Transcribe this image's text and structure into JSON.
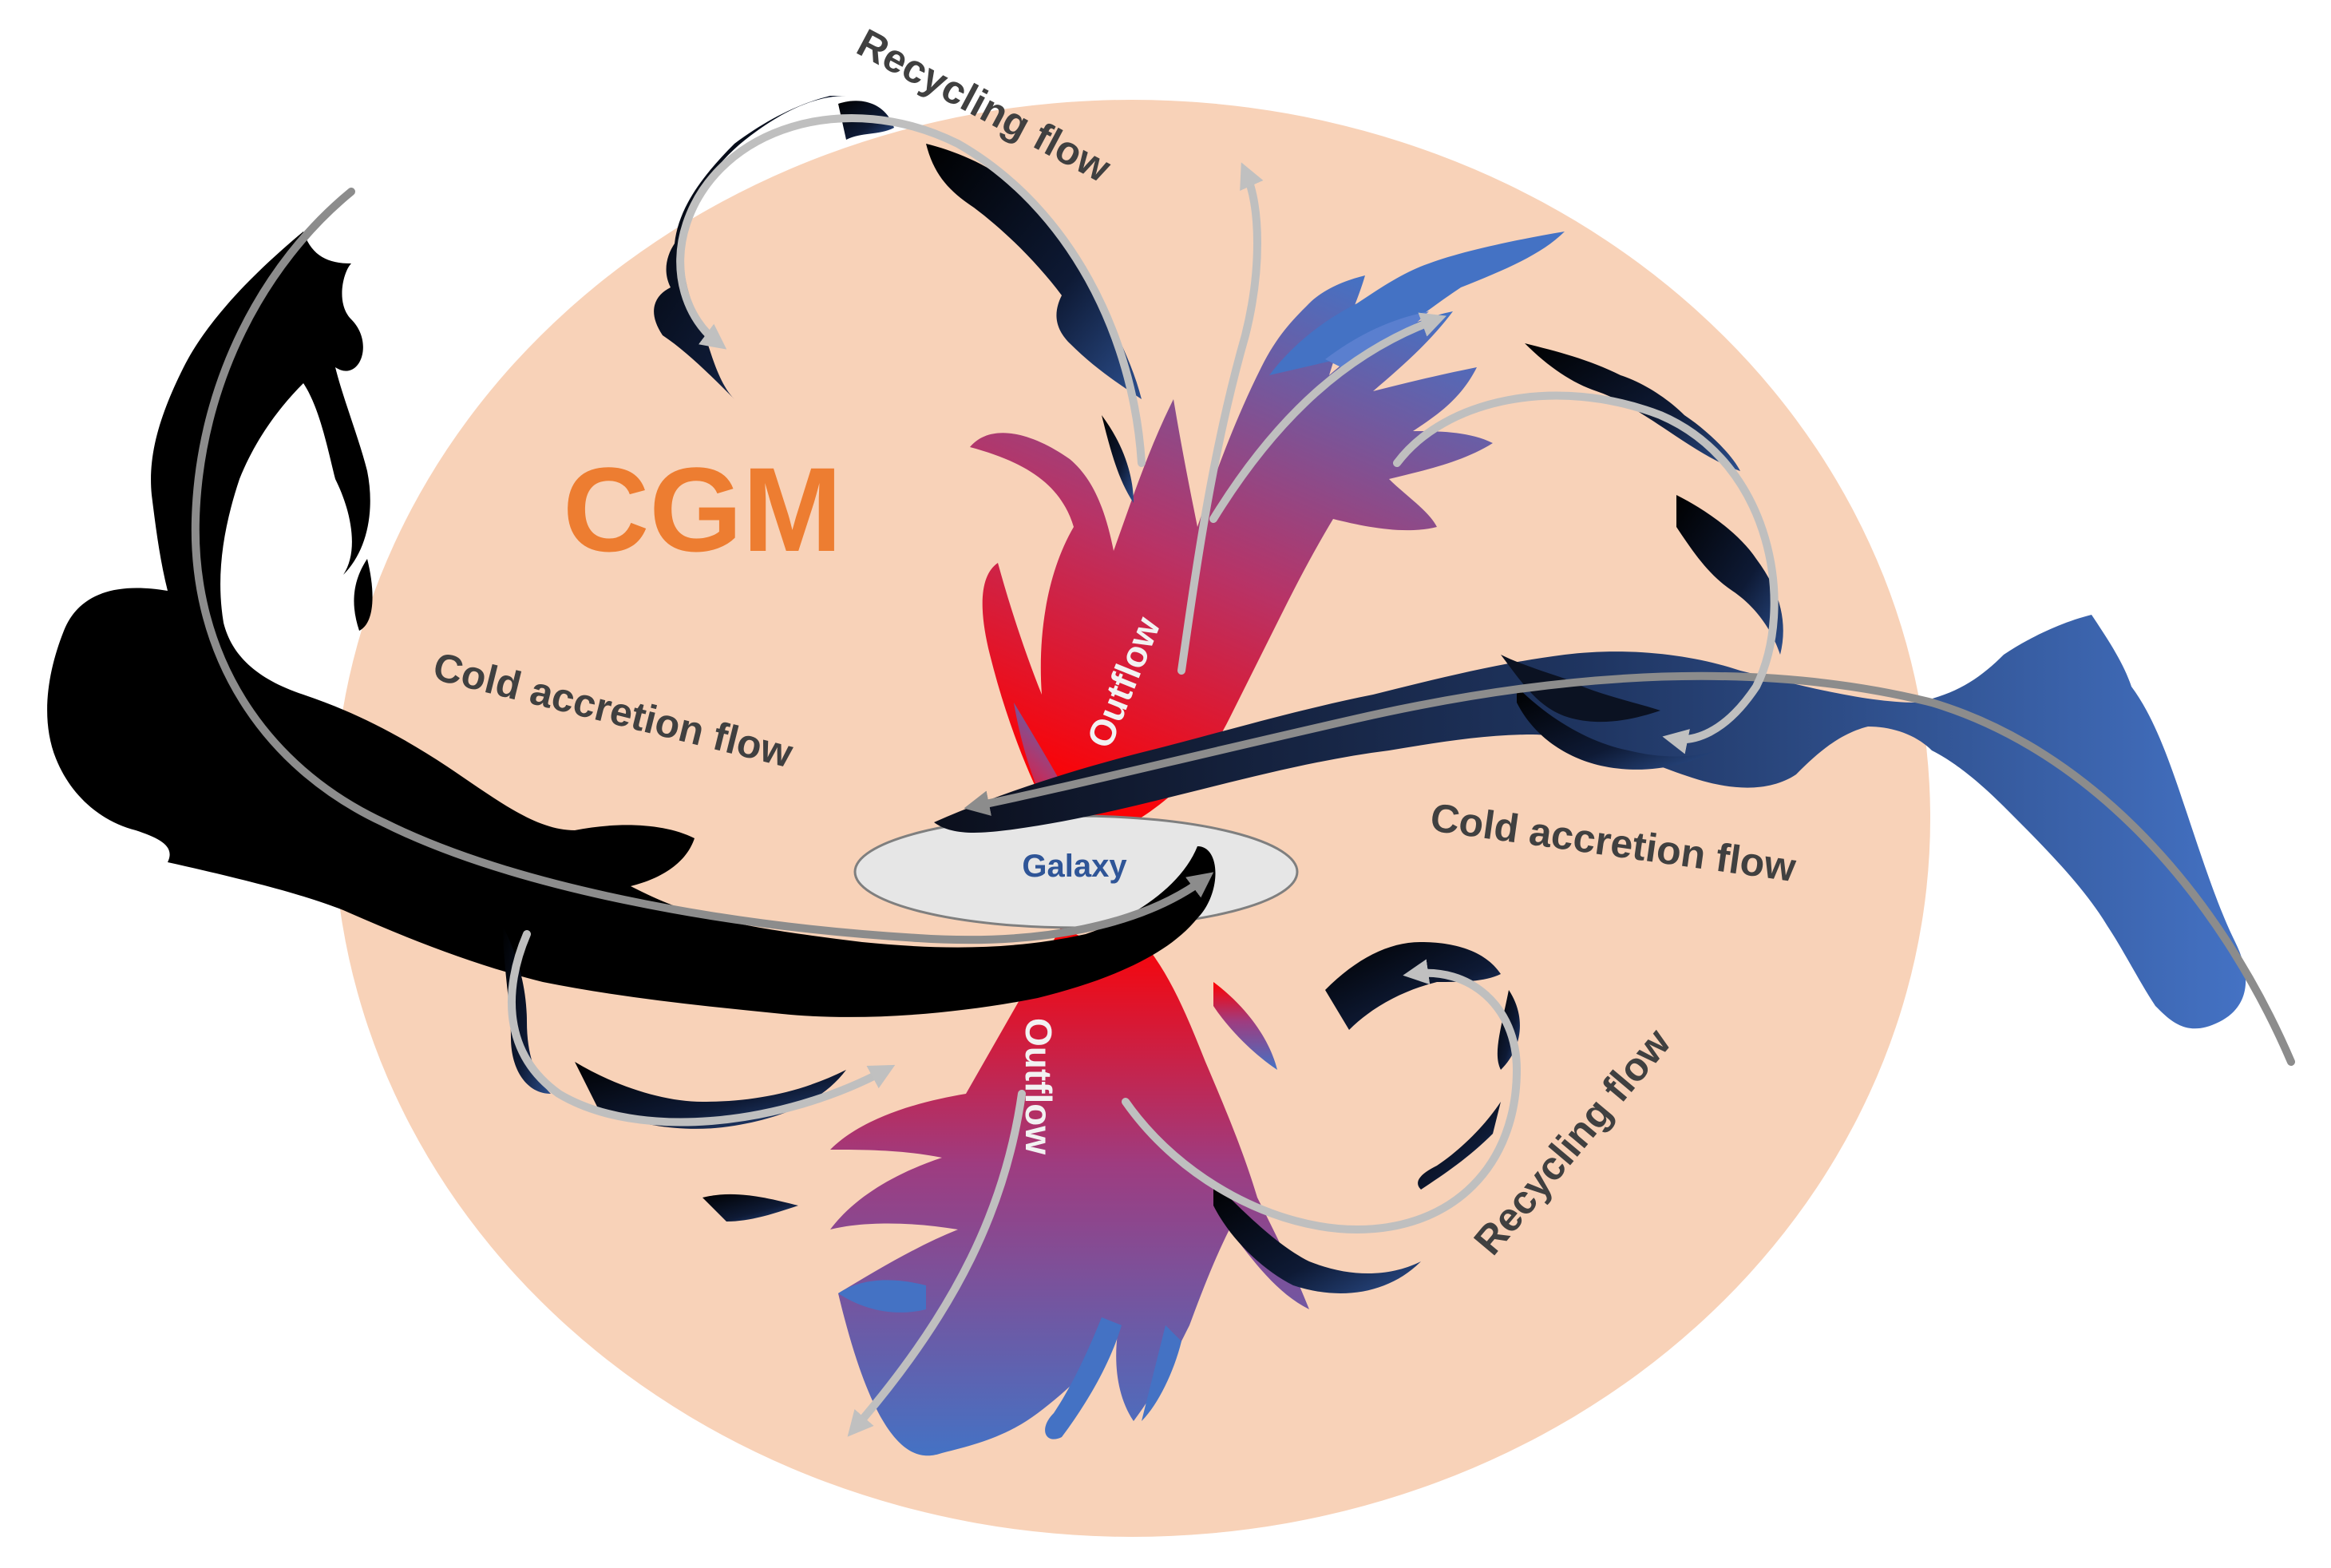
{
  "labels": {
    "cgm": "CGM",
    "galaxy": "Galaxy",
    "cold_accretion_left": "Cold accretion flow",
    "cold_accretion_right": "Cold accretion flow",
    "recycling_top": "Recycling flow",
    "recycling_bottom": "Recycling flow",
    "outflow_top": "Outflow",
    "outflow_bottom": "Outflow"
  },
  "colors": {
    "cgm_halo": "#f8d2b8",
    "cgm_label": "#ed7d31",
    "galaxy_fill": "#e6e6e6",
    "galaxy_label": "#2f5597",
    "flow_label": "#404040",
    "outflow_label": "#f2f2f2",
    "accretion_left": "#000000",
    "accretion_right": "#3a64a8",
    "outflow_base": "#ff0000",
    "outflow_tip": "#4472c4",
    "arrow": "#bfbfbf"
  }
}
